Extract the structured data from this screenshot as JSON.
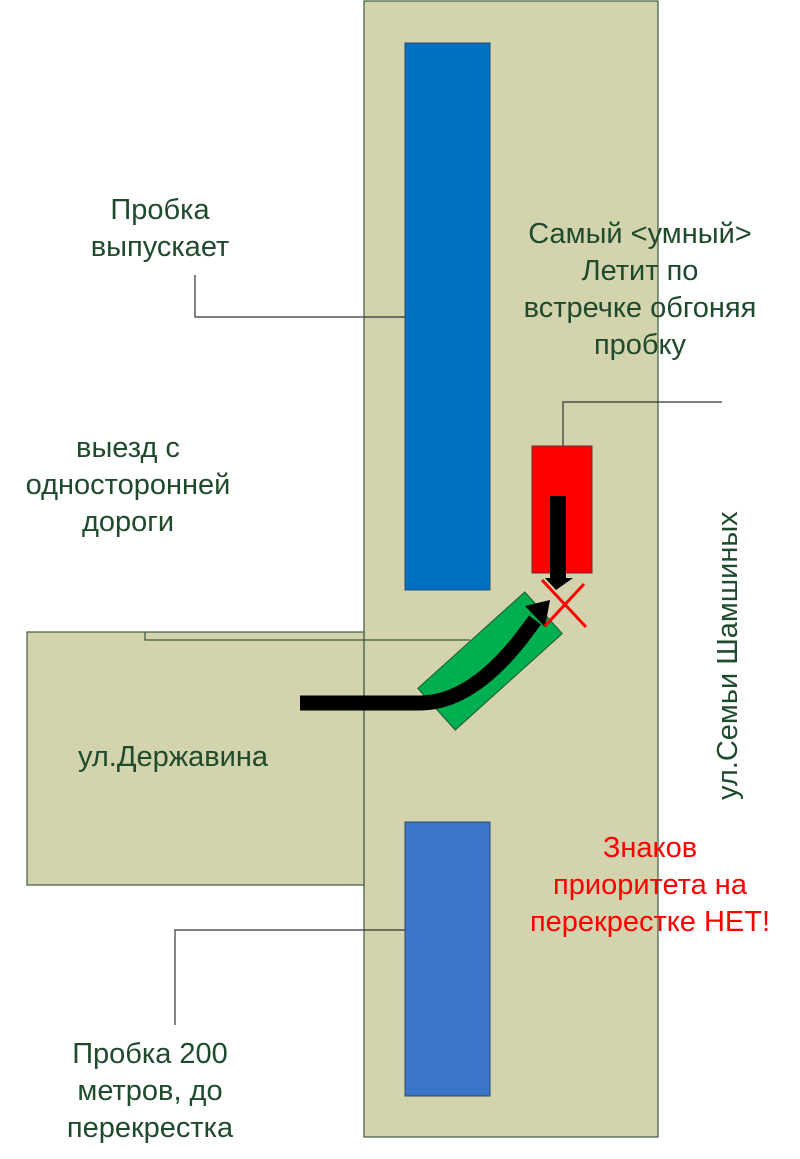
{
  "labels": {
    "traffic_release": [
      "Пробка",
      "выпускает"
    ],
    "smartest": [
      "Самый <умный>",
      "Летит по",
      "встречке обгоняя",
      "пробку"
    ],
    "one_way_exit": [
      "выезд с",
      "односторонней",
      "дороги"
    ],
    "derzhavina": "ул.Державина",
    "shamshiny": "ул.Семьи Шамшиных",
    "no_priority_signs": [
      "Знаков",
      "приоритета на",
      "перекрестке НЕТ!"
    ],
    "jam_200m": [
      "Пробка 200",
      "метров, до",
      "перекрестка"
    ]
  },
  "colors": {
    "road": "#d3d3ad",
    "jam_top": "#0070c0",
    "jam_bottom": "#3a75c8",
    "oncoming_car": "#ff0000",
    "turning_car": "#00b050",
    "text": "#1f4a2c",
    "warning": "#ff0000"
  }
}
